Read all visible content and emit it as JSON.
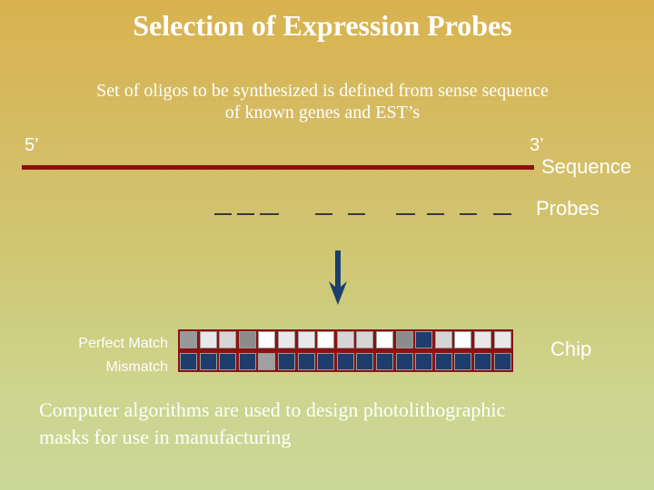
{
  "title": "Selection of Expression Probes",
  "subtitle": {
    "line1": "Set of oligos to be synthesized is defined from sense sequence",
    "line2": "of known genes and EST’s"
  },
  "labels": {
    "five_prime": "5’",
    "three_prime": "3’",
    "sequence": "Sequence",
    "probes": "Probes",
    "chip": "Chip",
    "perfect_match": "Perfect Match",
    "mismatch": "Mismatch"
  },
  "footer": {
    "line1": "Computer algorithms are used to design photolithographic",
    "line2": "masks for use in manufacturing"
  },
  "colors": {
    "sequence_line": "#8b1010",
    "probe_dash": "#3a3a3a",
    "arrow": "#1a3e6e",
    "chip_border": "#8a1212"
  },
  "chip": {
    "perfect_match_row": [
      "#999999",
      "#e8e8e8",
      "#d5d5d5",
      "#8c8c8c",
      "#ffffff",
      "#e8e8e8",
      "#e8e8e8",
      "#ffffff",
      "#d5d5d5",
      "#d5d5d5",
      "#ffffff",
      "#8c8c8c",
      "#1e3c6c",
      "#d5d5d5",
      "#ffffff",
      "#e8e8e8",
      "#e8e8e8",
      "#ffffff"
    ],
    "mismatch_row": [
      "#1e3c6c",
      "#1e3c6c",
      "#1e3c6c",
      "#1e3c6c",
      "#a0a0a0",
      "#1e3c6c",
      "#1e3c6c",
      "#1e3c6c",
      "#1e3c6c",
      "#1e3c6c",
      "#1e3c6c",
      "#1e3c6c",
      "#1e3c6c",
      "#1e3c6c",
      "#1e3c6c",
      "#1e3c6c",
      "#1e3c6c",
      "#1e3c6c"
    ]
  }
}
